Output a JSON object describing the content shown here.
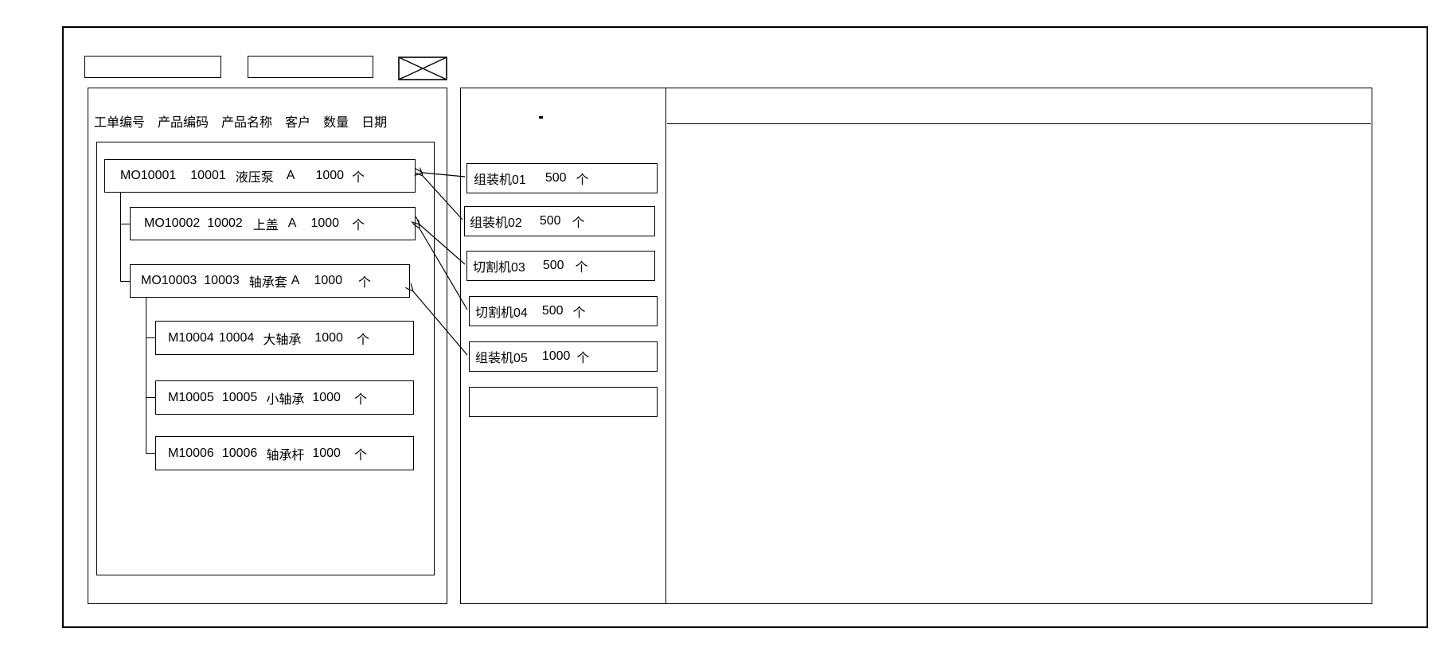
{
  "window": {
    "title": ""
  },
  "toolbar": {
    "field_1_value": "",
    "field_2_value": "",
    "image_placeholder_name": "crossed-box-icon"
  },
  "left_panel": {
    "columns": [
      "工单编号",
      "产品编码",
      "产品名称",
      "客户",
      "数量",
      "日期"
    ],
    "rows": [
      {
        "level": 0,
        "order_no": "MO10001",
        "product_code": "10001",
        "product_name": "液压泵",
        "customer": "A",
        "qty": "1000",
        "unit": "个"
      },
      {
        "level": 1,
        "order_no": "MO10002",
        "product_code": "10002",
        "product_name": "上盖",
        "customer": "A",
        "qty": "1000",
        "unit": "个"
      },
      {
        "level": 1,
        "order_no": "MO10003",
        "product_code": "10003",
        "product_name": "轴承套",
        "customer": "A",
        "qty": "1000",
        "unit": "个"
      },
      {
        "level": 2,
        "order_no": "M10004",
        "product_code": "10004",
        "product_name": "大轴承",
        "customer": "",
        "qty": "1000",
        "unit": "个"
      },
      {
        "level": 2,
        "order_no": "M10005",
        "product_code": "10005",
        "product_name": "小轴承",
        "customer": "",
        "qty": "1000",
        "unit": "个"
      },
      {
        "level": 2,
        "order_no": "M10006",
        "product_code": "10006",
        "product_name": "轴承杆",
        "customer": "",
        "qty": "1000",
        "unit": "个"
      }
    ]
  },
  "mid_panel": {
    "machines": [
      {
        "name": "组装机01",
        "qty": "500",
        "unit": "个"
      },
      {
        "name": "组装机02",
        "qty": "500",
        "unit": "个"
      },
      {
        "name": "切割机03",
        "qty": "500",
        "unit": "个"
      },
      {
        "name": "切割机04",
        "qty": "500",
        "unit": "个"
      },
      {
        "name": "组装机05",
        "qty": "1000",
        "unit": "个"
      },
      {
        "name": "",
        "qty": "",
        "unit": ""
      }
    ]
  },
  "right_panel": {
    "header_text": "",
    "body_text": ""
  },
  "colors": {
    "stroke": "#000000",
    "background": "#ffffff"
  }
}
